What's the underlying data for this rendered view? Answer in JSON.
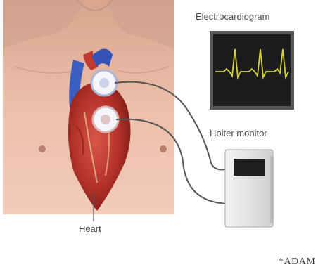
{
  "labels": {
    "electrocardiogram": "Electrocardiogram",
    "holter_monitor": "Holter monitor",
    "heart": "Heart"
  },
  "logo": "*ADAM",
  "colors": {
    "skin": "#e8b9a3",
    "heart_red": "#b8322a",
    "vein_blue": "#3b5fc0",
    "monitor_body": "#e6e6e6",
    "screen": "#1c1c1c",
    "ecg_trace": "#d7d23a",
    "cable": "#555555"
  }
}
